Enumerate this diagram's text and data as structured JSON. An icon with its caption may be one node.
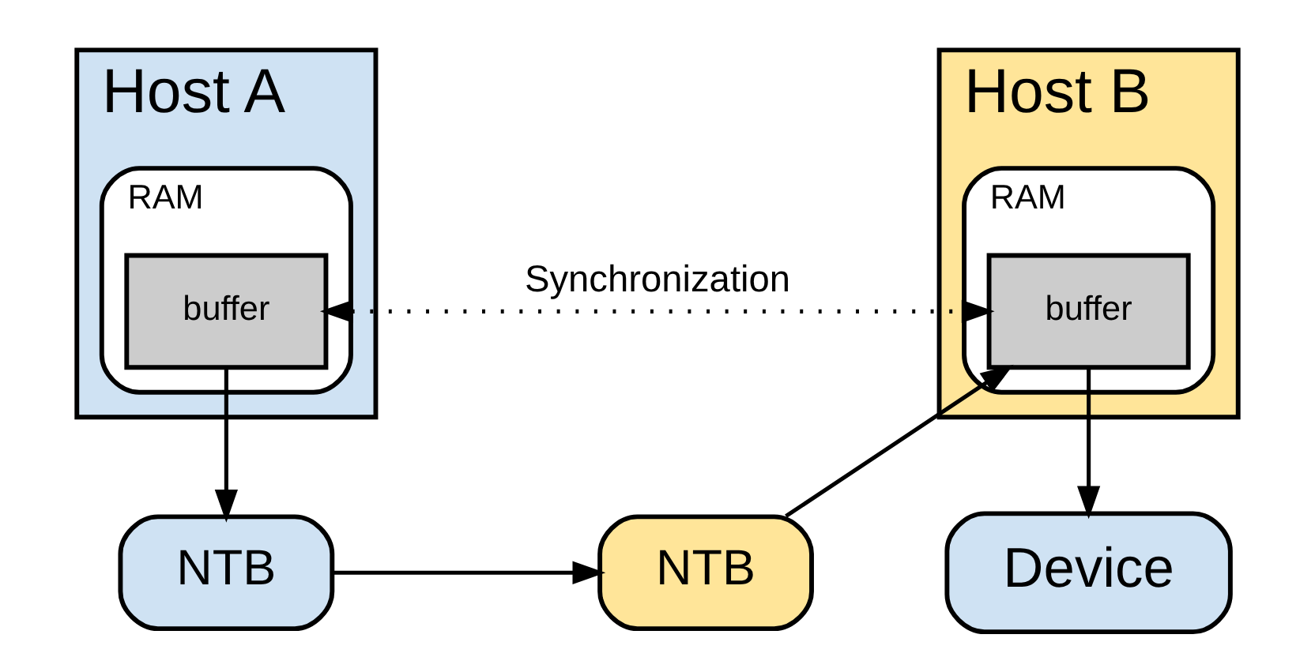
{
  "diagram": {
    "nodes": [
      {
        "text": [
          "Host A"
        ]
      },
      {
        "text": [
          "RAM"
        ],
        "in": 0
      },
      {
        "text": [
          "buffer"
        ],
        "in": 1
      },
      {
        "text": [
          "Host B"
        ]
      },
      {
        "text": [
          "RAM"
        ],
        "in": 3
      },
      {
        "text": [
          "buffer"
        ],
        "in": 4
      },
      {
        "text": [
          "NTB"
        ]
      },
      {
        "text": [
          "NTB"
        ]
      },
      {
        "text": [
          "Device"
        ]
      }
    ],
    "edges": [
      {
        "from": 2,
        "to": 5,
        "arrow": "both",
        "label": "Synchronization",
        "style": "dashed"
      },
      {
        "from": 2,
        "to": 6,
        "arrow": "to"
      },
      {
        "from": 6,
        "to": 7,
        "arrow": "to"
      },
      {
        "from": 7,
        "to": 5,
        "arrow": "to"
      },
      {
        "from": 5,
        "to": 8,
        "arrow": "to"
      }
    ]
  }
}
